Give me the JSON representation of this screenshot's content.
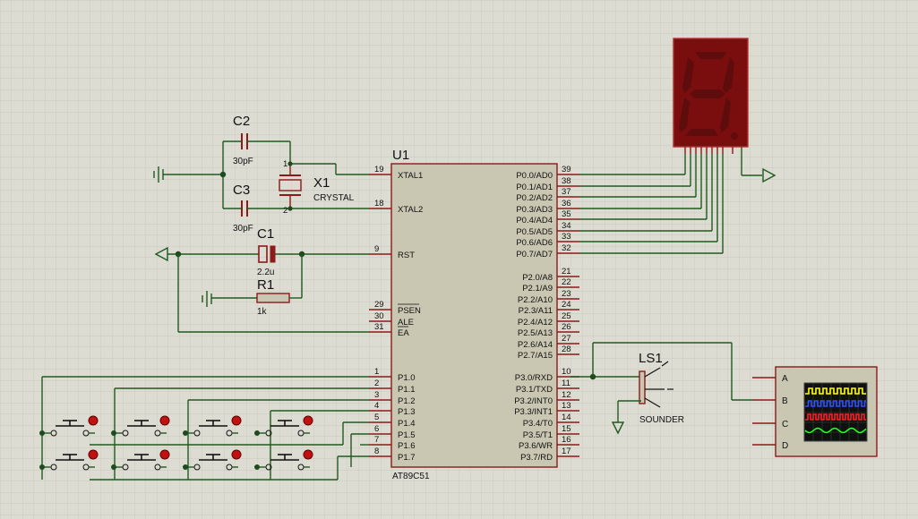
{
  "mcu": {
    "ref": "U1",
    "part": "AT89C51",
    "left_pins": [
      {
        "num": "19",
        "name": "XTAL1"
      },
      {
        "num": "18",
        "name": "XTAL2"
      },
      {
        "num": "9",
        "name": "RST"
      },
      {
        "num": "29",
        "name": "PSEN"
      },
      {
        "num": "30",
        "name": "ALE"
      },
      {
        "num": "31",
        "name": "EA"
      },
      {
        "num": "1",
        "name": "P1.0"
      },
      {
        "num": "2",
        "name": "P1.1"
      },
      {
        "num": "3",
        "name": "P1.2"
      },
      {
        "num": "4",
        "name": "P1.3"
      },
      {
        "num": "5",
        "name": "P1.4"
      },
      {
        "num": "6",
        "name": "P1.5"
      },
      {
        "num": "7",
        "name": "P1.6"
      },
      {
        "num": "8",
        "name": "P1.7"
      }
    ],
    "right_pins": [
      {
        "num": "39",
        "name": "P0.0/AD0"
      },
      {
        "num": "38",
        "name": "P0.1/AD1"
      },
      {
        "num": "37",
        "name": "P0.2/AD2"
      },
      {
        "num": "36",
        "name": "P0.3/AD3"
      },
      {
        "num": "35",
        "name": "P0.4/AD4"
      },
      {
        "num": "34",
        "name": "P0.5/AD5"
      },
      {
        "num": "33",
        "name": "P0.6/AD6"
      },
      {
        "num": "32",
        "name": "P0.7/AD7"
      },
      {
        "num": "21",
        "name": "P2.0/A8"
      },
      {
        "num": "22",
        "name": "P2.1/A9"
      },
      {
        "num": "23",
        "name": "P2.2/A10"
      },
      {
        "num": "24",
        "name": "P2.3/A11"
      },
      {
        "num": "25",
        "name": "P2.4/A12"
      },
      {
        "num": "26",
        "name": "P2.5/A13"
      },
      {
        "num": "27",
        "name": "P2.6/A14"
      },
      {
        "num": "28",
        "name": "P2.7/A15"
      },
      {
        "num": "10",
        "name": "P3.0/RXD"
      },
      {
        "num": "11",
        "name": "P3.1/TXD"
      },
      {
        "num": "12",
        "name": "P3.2/INT0"
      },
      {
        "num": "13",
        "name": "P3.3/INT1"
      },
      {
        "num": "14",
        "name": "P3.4/T0"
      },
      {
        "num": "15",
        "name": "P3.5/T1"
      },
      {
        "num": "16",
        "name": "P3.6/WR"
      },
      {
        "num": "17",
        "name": "P3.7/RD"
      }
    ]
  },
  "components": {
    "c2": {
      "ref": "C2",
      "value": "30pF"
    },
    "c3": {
      "ref": "C3",
      "value": "30pF"
    },
    "c1": {
      "ref": "C1",
      "value": "2.2u"
    },
    "r1": {
      "ref": "R1",
      "value": "1k"
    },
    "x1": {
      "ref": "X1",
      "value": "CRYSTAL"
    },
    "ls1": {
      "ref": "LS1",
      "value": "SOUNDER"
    }
  },
  "oscilloscope": {
    "channels": [
      "A",
      "B",
      "C",
      "D"
    ],
    "trace_colors": [
      "#ffff00",
      "#3050ff",
      "#ff2020",
      "#20ff20"
    ]
  },
  "colors": {
    "background": "#dcdcd2",
    "wire": "#1f5a1f",
    "pin": "#8b1a1a",
    "chip_body": "#c9c7b2",
    "display_body": "#7a0e0e",
    "segment_off": "#5e0c0c"
  }
}
